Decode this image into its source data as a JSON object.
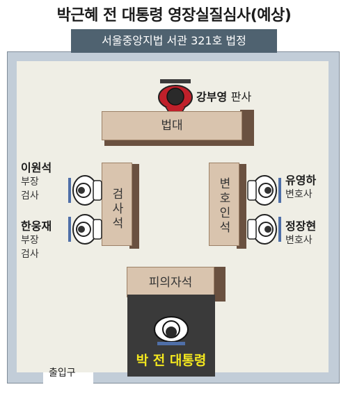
{
  "title": "박근혜 전 대통령 영장실질심사(예상)",
  "room_name": "서울중앙지법 서관 321호 법정",
  "judge": {
    "name": "강부영",
    "title": "판사"
  },
  "bench_label": "법대",
  "prosecutor_desk_label": "검사석",
  "defense_desk_label": "변호인석",
  "defendant_desk_label": "피의자석",
  "prosecutors": [
    {
      "name": "이원석",
      "title_line1": "부장",
      "title_line2": "검사"
    },
    {
      "name": "한웅재",
      "title_line1": "부장",
      "title_line2": "검사"
    }
  ],
  "lawyers": [
    {
      "name": "유영하",
      "title": "변호사"
    },
    {
      "name": "정장현",
      "title": "변호사"
    }
  ],
  "defendant_label": "박 전 대통령",
  "entrance_label": "출입구",
  "colors": {
    "judge_robe": "#c0202a",
    "dock": "#3a3a3a",
    "defendant_text": "#f4e81e",
    "banner": "#4f6270",
    "desk": "#d9c4ae"
  }
}
